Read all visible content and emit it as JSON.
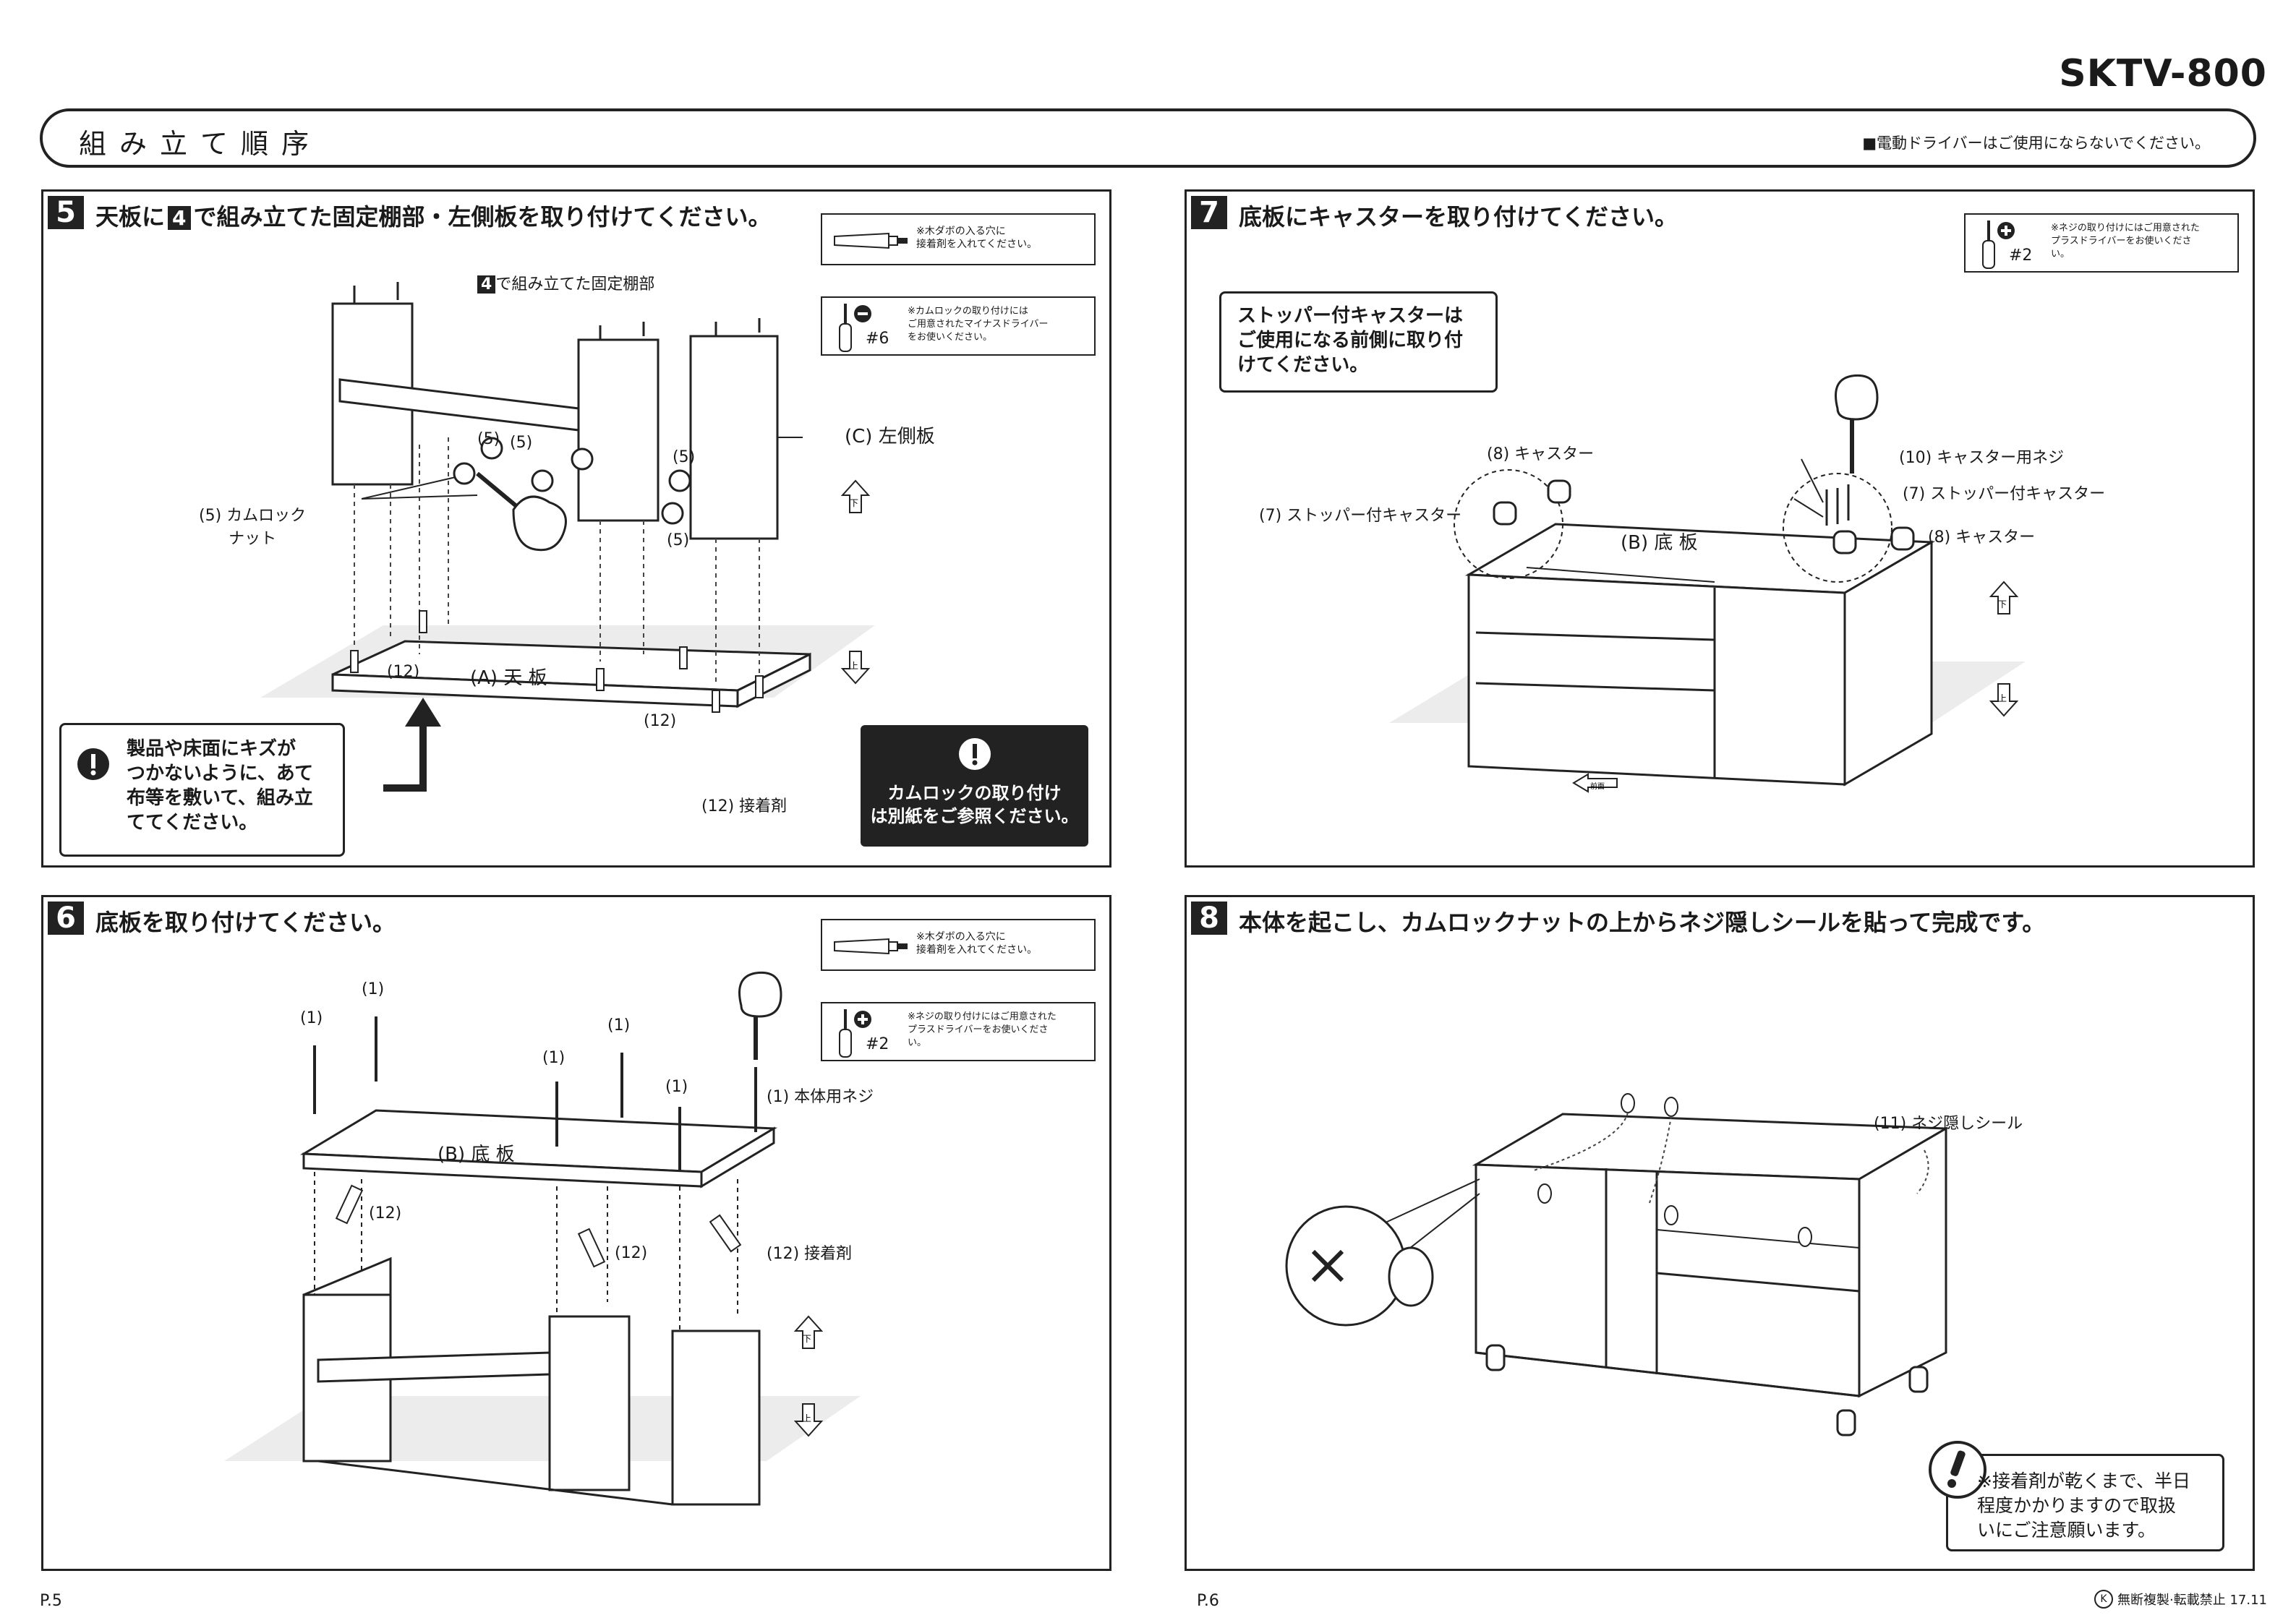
{
  "header": {
    "model": "SKTV-800",
    "title": "組み立て順序",
    "note": "■電動ドライバーはご使用にならないでください。"
  },
  "step5": {
    "num": "5",
    "title_pre": "天板に",
    "title_ref": "4",
    "title_post": "で組み立てた固定棚部・左側板を取り付けてください。",
    "note_glue": "※木ダボの入る穴に\n接着剤を入れてください。",
    "note_driver_size": "#6",
    "note_driver": "※カムロックの取り付けには\nご用意されたマイナスドライバー\nをお使いください。",
    "label_ref_num": "4",
    "label_fixed_shelf": "で組み立てた固定棚部",
    "label_left_panel": "(C) 左側板",
    "label_camlock": "(5) カムロック\nナット",
    "label_5a": "(5)",
    "label_5b": "(5)",
    "label_5c": "(5)",
    "label_5d": "(5)",
    "label_top": "(A) 天 板",
    "label_12a": "(12)",
    "label_12b": "(12)",
    "label_glue": "(12) 接着剤",
    "arrow_up": "下",
    "arrow_down": "上",
    "warning": "製品や床面にキズが\nつかないように、あて\n布等を敷いて、組み立\nててください。",
    "camlock_note": "カムロックの取り付け\nは別紙をご参照ください。"
  },
  "step6": {
    "num": "6",
    "title": "底板を取り付けてください。",
    "note_glue": "※木ダボの入る穴に\n接着剤を入れてください。",
    "note_driver_size": "#2",
    "note_driver": "※ネジの取り付けにはご用意された\nプラスドライバーをお使いくださ\nい。",
    "screw_labels": [
      "(1)",
      "(1)",
      "(1)",
      "(1)",
      "(1)"
    ],
    "label_screw": "(1) 本体用ネジ",
    "label_bottom": "(B) 底 板",
    "label_12a": "(12)",
    "label_12b": "(12)",
    "label_glue": "(12) 接着剤",
    "arrow_up": "下",
    "arrow_down": "上"
  },
  "step7": {
    "num": "7",
    "title": "底板にキャスターを取り付けてください。",
    "note_driver_size": "#2",
    "note_driver": "※ネジの取り付けにはご用意された\nプラスドライバーをお使いくださ\nい。",
    "callout": "ストッパー付キャスターは\nご使用になる前側に取り付\nけてください。",
    "label_caster_8a": "(8) キャスター",
    "label_stopper_7a": "(7) ストッパー付キャスター",
    "label_screw_10": "(10) キャスター用ネジ",
    "label_stopper_7b": "(7) ストッパー付キャスター",
    "label_caster_8b": "(8) キャスター",
    "label_bottom": "(B) 底 板",
    "arrow_up": "下",
    "arrow_down": "上",
    "arrow_front": "前面"
  },
  "step8": {
    "num": "8",
    "title": "本体を起こし、カムロックナットの上からネジ隠しシールを貼って完成です。",
    "label_seal": "(11) ネジ隠しシール",
    "note": "※接着剤が乾くまで、半日\n程度かかりますので取扱\nいにご注意願います。"
  },
  "footer": {
    "page_left": "P.5",
    "page_right": "P.6",
    "copyright_mark": "K",
    "copyright": "無断複製·転載禁止 17.11"
  }
}
